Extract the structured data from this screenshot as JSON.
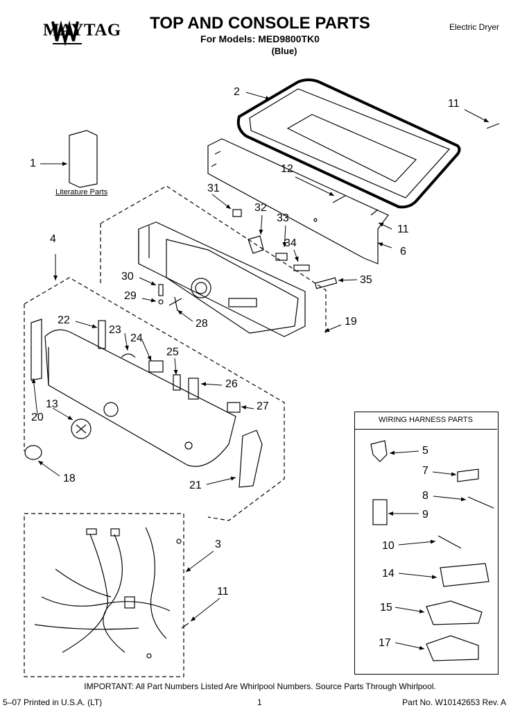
{
  "header": {
    "brand": "MAYTAG",
    "title": "TOP AND CONSOLE PARTS",
    "models_line": "For Models: MED9800TK0",
    "color_line": "(Blue)",
    "product_type": "Electric Dryer"
  },
  "literature_label": "Literature Parts",
  "wiring_harness_title": "WIRING HARNESS PARTS",
  "callouts": {
    "c1": "1",
    "c2": "2",
    "c3": "3",
    "c4": "4",
    "c5": "5",
    "c6": "6",
    "c7": "7",
    "c8": "8",
    "c9": "9",
    "c10": "10",
    "c11a": "11",
    "c11b": "11",
    "c11c": "11",
    "c12": "12",
    "c13": "13",
    "c14": "14",
    "c15": "15",
    "c17": "17",
    "c18": "18",
    "c19": "19",
    "c20": "20",
    "c21": "21",
    "c22": "22",
    "c23": "23",
    "c24": "24",
    "c25": "25",
    "c26": "26",
    "c27": "27",
    "c28": "28",
    "c29": "29",
    "c30": "30",
    "c31": "31",
    "c32": "32",
    "c33": "33",
    "c34": "34",
    "c35": "35"
  },
  "footer": {
    "important": "IMPORTANT: All Part Numbers Listed Are Whirlpool Numbers. Source Parts Through Whirlpool.",
    "printed": "5–07 Printed in U.S.A. (LT)",
    "page": "1",
    "part_number": "Part No. W10142653 Rev. A"
  }
}
